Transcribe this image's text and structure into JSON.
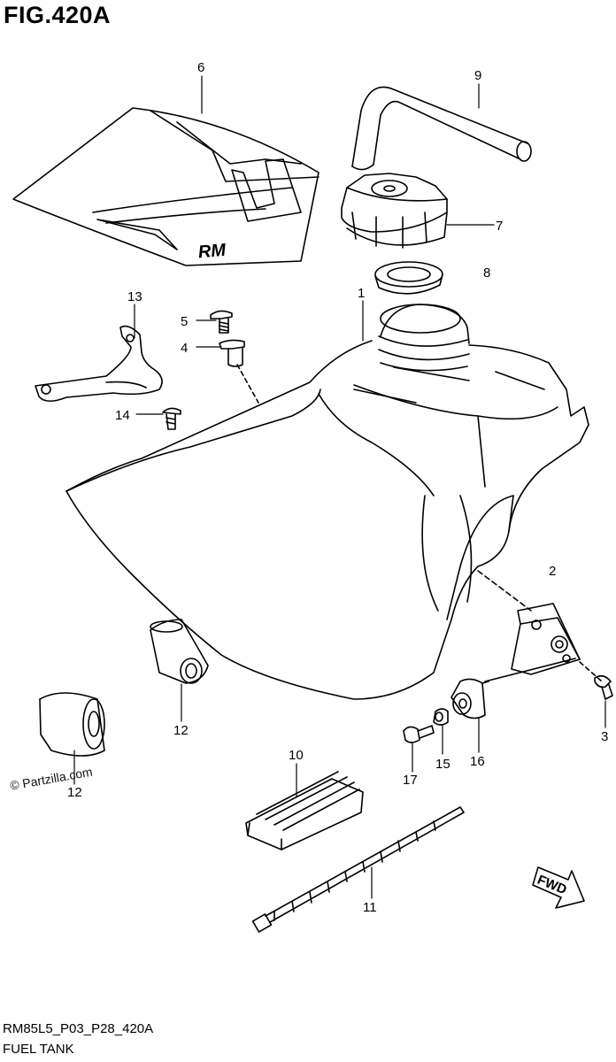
{
  "figure": {
    "title": "FIG.420A",
    "code": "RM85L5_P03_P28_420A",
    "name": "FUEL TANK",
    "watermark": "© Partzilla.com",
    "fwd_label": "FWD",
    "decal_logo": "RM"
  },
  "callouts": {
    "c1": "1",
    "c2": "2",
    "c3": "3",
    "c4": "4",
    "c5": "5",
    "c6": "6",
    "c7": "7",
    "c8": "8",
    "c9": "9",
    "c10": "10",
    "c11": "11",
    "c12a": "12",
    "c12b": "12",
    "c13": "13",
    "c14": "14",
    "c15": "15",
    "c16": "16",
    "c17": "17"
  }
}
